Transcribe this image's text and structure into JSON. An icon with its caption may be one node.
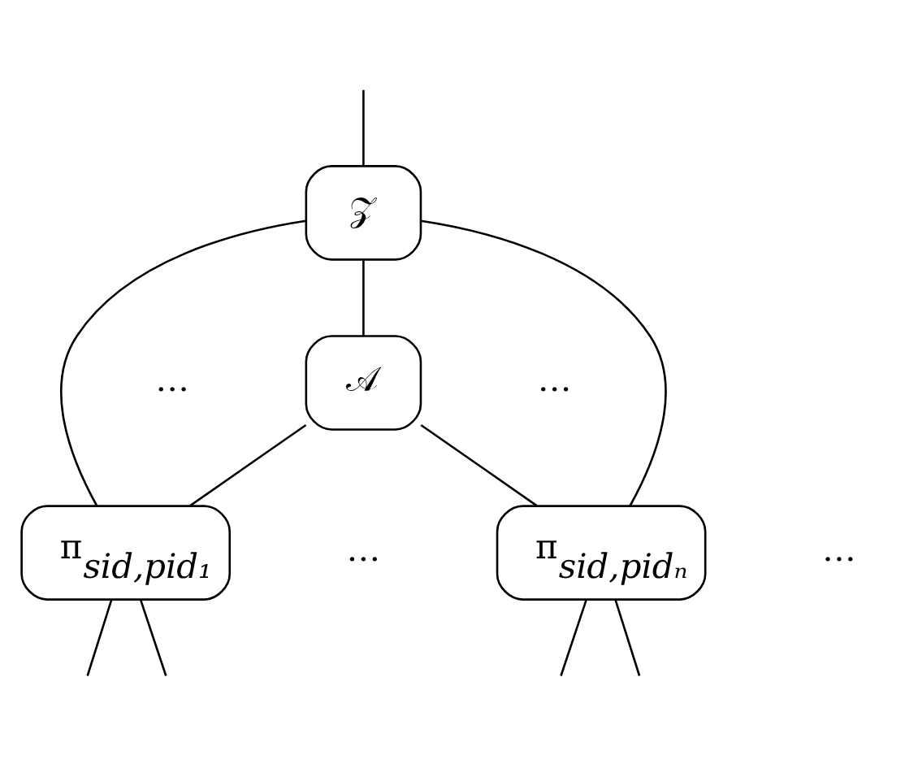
{
  "diagram": {
    "nodes": [
      {
        "text": [
          "𝒵"
        ]
      },
      {
        "text": [
          "π$_{sid,pid₁}$"
        ]
      },
      {
        "text": [
          "π$_{sid,pidₙ}$"
        ]
      },
      {
        "text": [
          "𝒜"
        ]
      }
    ],
    "edges": [
      {
        "from": null,
        "to": 0,
        "arrow": "none"
      },
      {
        "from": 0,
        "to": 3,
        "arrow": "none"
      },
      {
        "from": 0,
        "to": 1,
        "arrow": "none"
      },
      {
        "from": 0,
        "to": 2,
        "arrow": "none"
      },
      {
        "from": 3,
        "to": 1,
        "arrow": "none"
      },
      {
        "from": 3,
        "to": 2,
        "arrow": "none"
      },
      {
        "from": 1,
        "to": null,
        "arrow": "none"
      },
      {
        "from": 1,
        "to": null,
        "arrow": "none"
      },
      {
        "from": 2,
        "to": null,
        "arrow": "none"
      },
      {
        "from": 2,
        "to": null,
        "arrow": "none"
      }
    ],
    "labels": [
      "…",
      "…",
      "…",
      "…"
    ]
  }
}
